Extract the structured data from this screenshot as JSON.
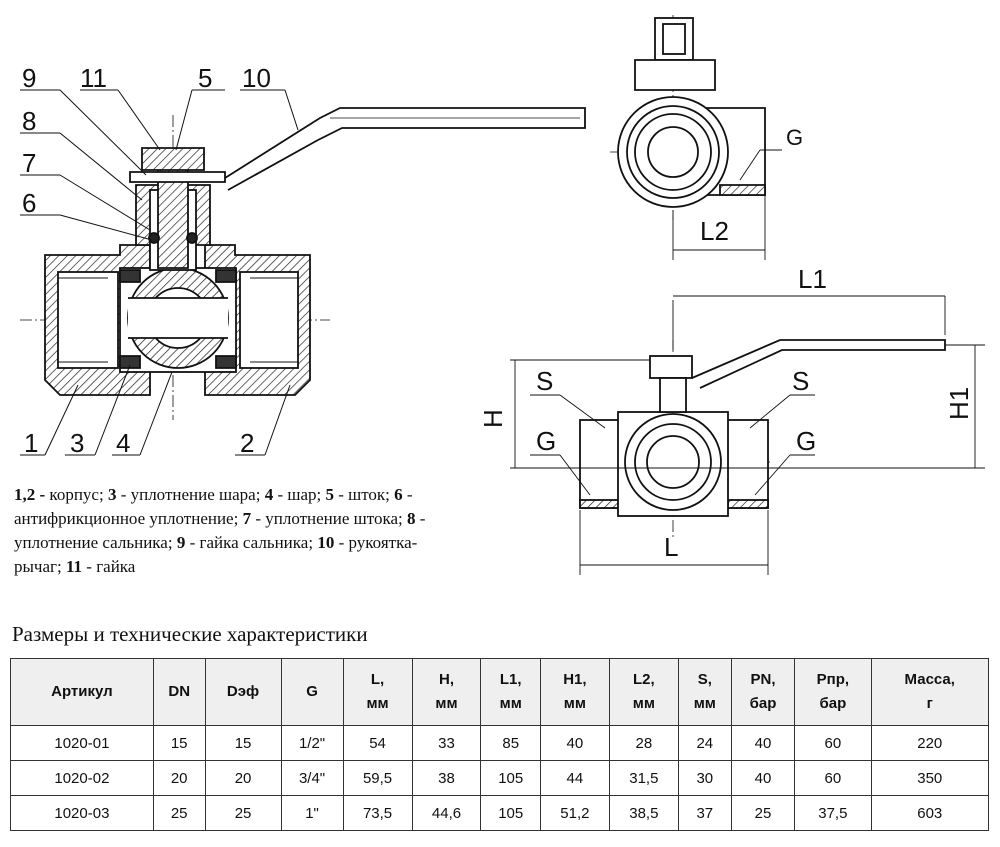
{
  "section_view": {
    "callouts": {
      "c9": "9",
      "c11": "11",
      "c5": "5",
      "c10": "10",
      "c8": "8",
      "c7": "7",
      "c6": "6",
      "c1": "1",
      "c3": "3",
      "c4": "4",
      "c2": "2"
    }
  },
  "side_view": {
    "g": "G",
    "l2": "L2"
  },
  "front_view": {
    "l1": "L1",
    "s_left": "S",
    "s_right": "S",
    "h": "H",
    "h1": "H1",
    "g_left": "G",
    "g_right": "G",
    "l": "L"
  },
  "legend": [
    {
      "num": "1,2 -",
      "text": " корпус; "
    },
    {
      "num": "3",
      "text": " - уплотнение шара; "
    },
    {
      "num": "4",
      "text": " - шар; "
    },
    {
      "num": "5",
      "text": " - шток; "
    },
    {
      "num": "6",
      "text": " - антифрикционное уплотнение; "
    },
    {
      "num": "7",
      "text": " - уплотнение штока; "
    },
    {
      "num": "8",
      "text": " - уплотнение сальника; "
    },
    {
      "num": "9",
      "text": " - гайка сальника; "
    },
    {
      "num": "10",
      "text": " - рукоятка-рычаг; "
    },
    {
      "num": "11",
      "text": " - гайка"
    }
  ],
  "table_title": "Размеры и технические характеристики",
  "table": {
    "headers": [
      {
        "l1": "Артикул",
        "l2": ""
      },
      {
        "l1": "DN",
        "l2": ""
      },
      {
        "l1": "Dэф",
        "l2": ""
      },
      {
        "l1": "G",
        "l2": ""
      },
      {
        "l1": "L,",
        "l2": "мм"
      },
      {
        "l1": "H,",
        "l2": "мм"
      },
      {
        "l1": "L1,",
        "l2": "мм"
      },
      {
        "l1": "H1,",
        "l2": "мм"
      },
      {
        "l1": "L2,",
        "l2": "мм"
      },
      {
        "l1": "S,",
        "l2": "мм"
      },
      {
        "l1": "PN,",
        "l2": "бар"
      },
      {
        "l1": "Рпр,",
        "l2": "бар"
      },
      {
        "l1": "Масса,",
        "l2": "г"
      }
    ],
    "rows": [
      [
        "1020-01",
        "15",
        "15",
        "1/2\"",
        "54",
        "33",
        "85",
        "40",
        "28",
        "24",
        "40",
        "60",
        "220"
      ],
      [
        "1020-02",
        "20",
        "20",
        "3/4\"",
        "59,5",
        "38",
        "105",
        "44",
        "31,5",
        "30",
        "40",
        "60",
        "350"
      ],
      [
        "1020-03",
        "25",
        "25",
        "1\"",
        "73,5",
        "44,6",
        "105",
        "51,2",
        "38,5",
        "37",
        "25",
        "37,5",
        "603"
      ]
    ]
  }
}
